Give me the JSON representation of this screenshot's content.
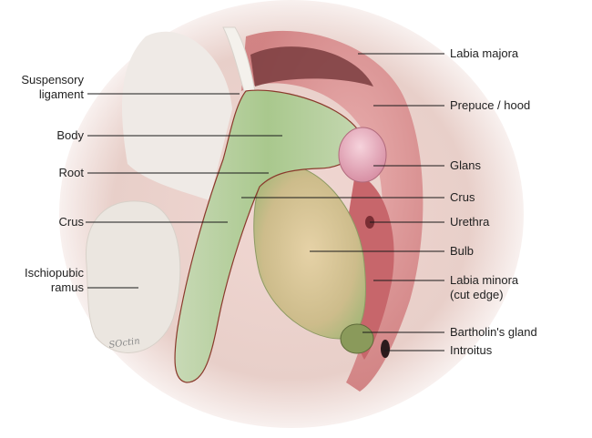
{
  "labels": {
    "suspensory_ligament": [
      "Suspensory",
      "ligament"
    ],
    "body": "Body",
    "root": "Root",
    "crus_left": "Crus",
    "ischiopubic_ramus": [
      "Ischiopubic",
      "ramus"
    ],
    "labia_majora": "Labia majora",
    "prepuce_hood": "Prepuce / hood",
    "glans": "Glans",
    "crus_right": "Crus",
    "urethra": "Urethra",
    "bulb": "Bulb",
    "labia_minora": [
      "Labia minora",
      "(cut edge)"
    ],
    "bartholins_gland": "Bartholin's gland",
    "introitus": "Introitus"
  },
  "signature": "SOctin"
}
